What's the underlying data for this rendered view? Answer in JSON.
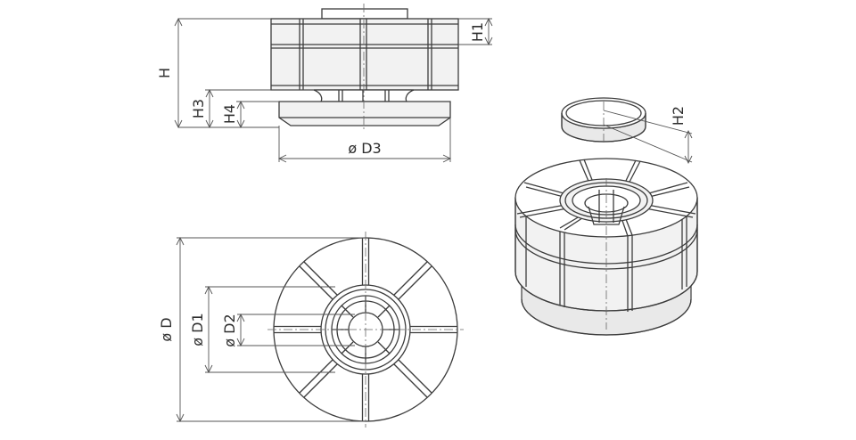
{
  "dimensions": {
    "h": "H",
    "h1": "H1",
    "h2": "H2",
    "h3": "H3",
    "h4": "H4",
    "d": "ø D",
    "d1": "ø D1",
    "d2": "ø D2",
    "d3": "ø D3"
  },
  "colors": {
    "line": "#3c3c3c",
    "face": "#f2f2f2",
    "background": "#ffffff"
  }
}
